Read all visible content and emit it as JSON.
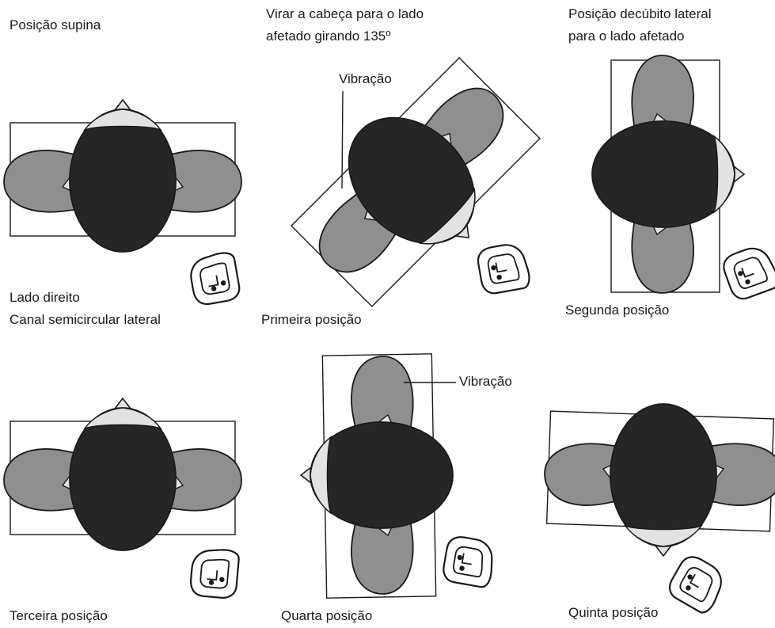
{
  "labels": {
    "p0_title": "Posição supina",
    "p0_side": "Lado direito",
    "p0_canal": "Canal semicircular lateral",
    "p1_instruction_l1": "Virar a cabeça para o lado",
    "p1_instruction_l2": "afetado girando 135º",
    "p1_vibration": "Vibração",
    "p1_caption": "Primeira posição",
    "p2_instruction_l1": "Posição decúbito lateral",
    "p2_instruction_l2": "para o lado afetado",
    "p2_caption": "Segunda posição",
    "p3_caption": "Terceira posição",
    "p4_vibration": "Vibração",
    "p4_caption": "Quarta posição",
    "p5_caption": "Quinta posição"
  },
  "colors": {
    "head": "#262626",
    "shoulders": "#8f8f8f",
    "face": "#e2e2e2",
    "outline": "#1a1a1a",
    "background": "#ffffff"
  },
  "icons": {
    "head_figure": "head-top-view-icon",
    "labyrinth": "semicircular-canal-icon"
  }
}
